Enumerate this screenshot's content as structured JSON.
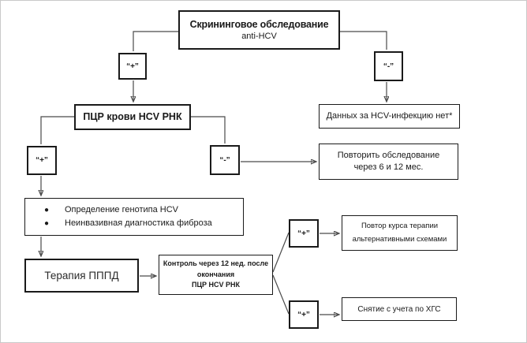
{
  "colors": {
    "background": "#ffffff",
    "box_border": "#1a1a1a",
    "connector_line": "#4a4a4a",
    "outer_frame": "#c9c9c9"
  },
  "nodes": {
    "screening": {
      "title": "Скрининговое обследование",
      "subtitle": "anti-HCV"
    },
    "screening_plus": "“+”",
    "screening_minus": "“-”",
    "pcr_blood": "ПЦР крови HCV РНК",
    "no_hcv_data": "Данных за HCV-инфекцию нет*",
    "pcr_plus": "“+”",
    "pcr_minus": "“-”",
    "repeat_exam": {
      "line1": "Повторить обследование",
      "line2": "через 6 и 12 мес."
    },
    "workup": {
      "bullet": "●",
      "item1": "Определение  генотипа  HCV",
      "item2": "Неинвазивная  диагностика  фиброза"
    },
    "therapy": "Терапия ПППД",
    "control": {
      "line1": "Контроль  через 12 нед. после",
      "line2": "окончания",
      "line3": "ПЦР HCV РНК"
    },
    "control_plus_upper": "“+”",
    "control_plus_lower": "“+”",
    "repeat_course": {
      "line1": "Повтор  курса терапии",
      "line2": "альтернативными  схемами"
    },
    "deregister": "Снятие  с учета по ХГС"
  }
}
